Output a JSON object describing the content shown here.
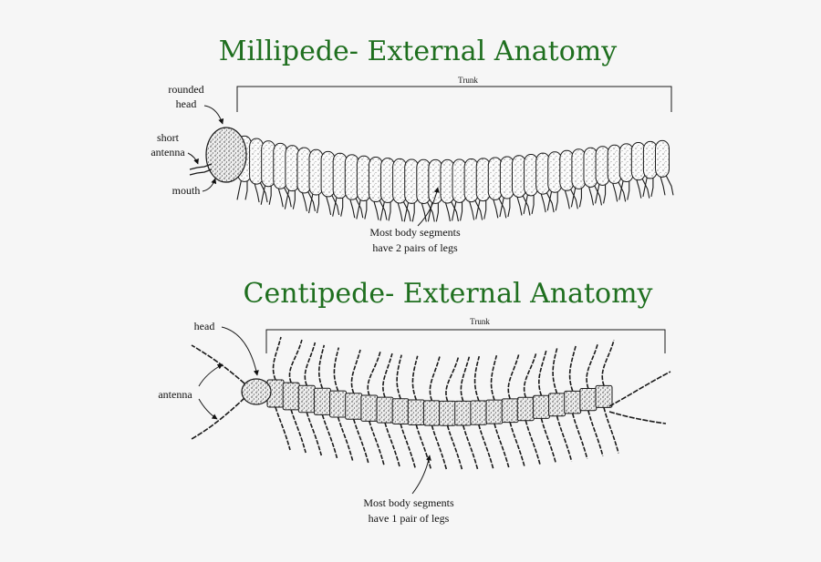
{
  "millipede": {
    "title": "Millipede- External Anatomy",
    "trunk": "Trunk",
    "head_l1": "rounded",
    "head_l2": "head",
    "antenna_l1": "short",
    "antenna_l2": "antenna",
    "mouth": "mouth",
    "legs_l1": "Most body segments",
    "legs_l2": "have 2 pairs of legs"
  },
  "centipede": {
    "title": "Centipede- External Anatomy",
    "trunk": "Trunk",
    "head": "head",
    "antenna": "antenna",
    "legs_l1": "Most body segments",
    "legs_l2": "have 1 pair of legs"
  },
  "colors": {
    "title": "#1f6f1f",
    "ink": "#1a1a1a",
    "background": "#f6f6f6"
  }
}
